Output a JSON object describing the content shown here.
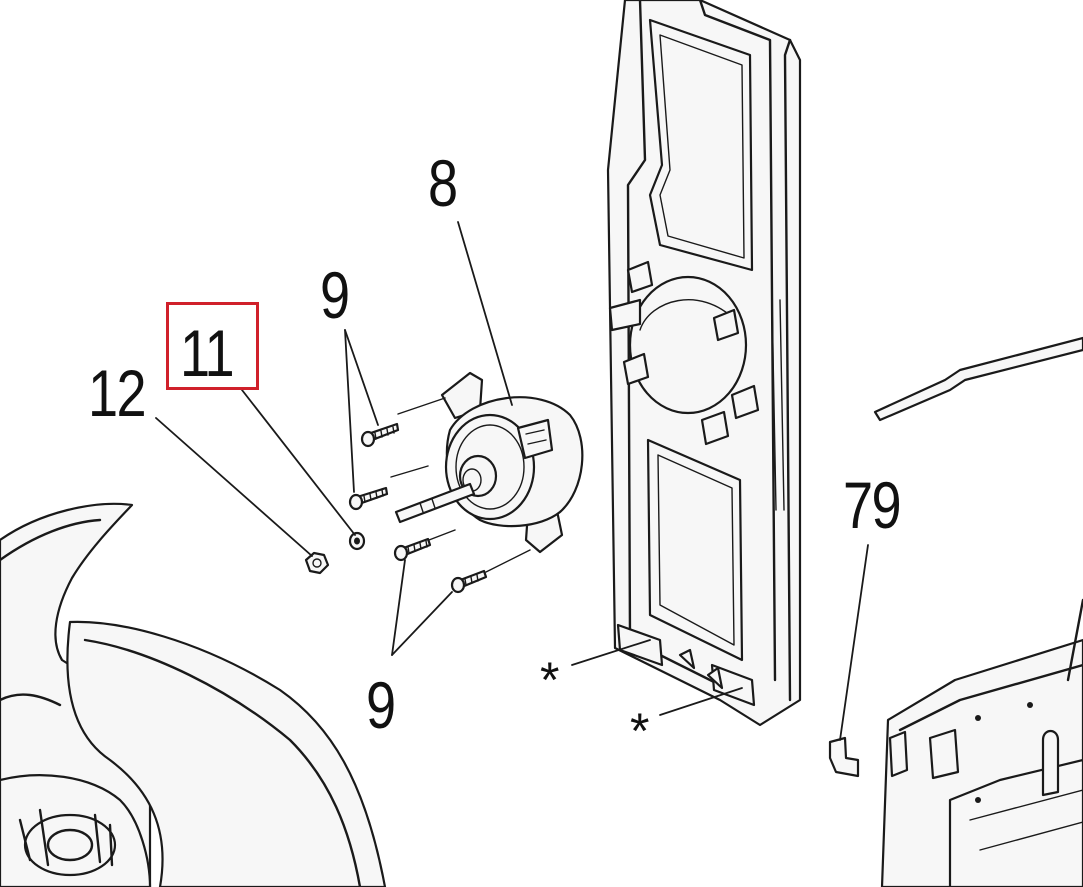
{
  "callouts": {
    "part_8": "8",
    "part_9_top": "9",
    "part_9_bottom": "9",
    "part_11": "11",
    "part_12": "12",
    "part_79": "79",
    "asterisk_left": "*",
    "asterisk_right": "*"
  },
  "highlight": {
    "part": "11",
    "color": "#d0202a"
  }
}
